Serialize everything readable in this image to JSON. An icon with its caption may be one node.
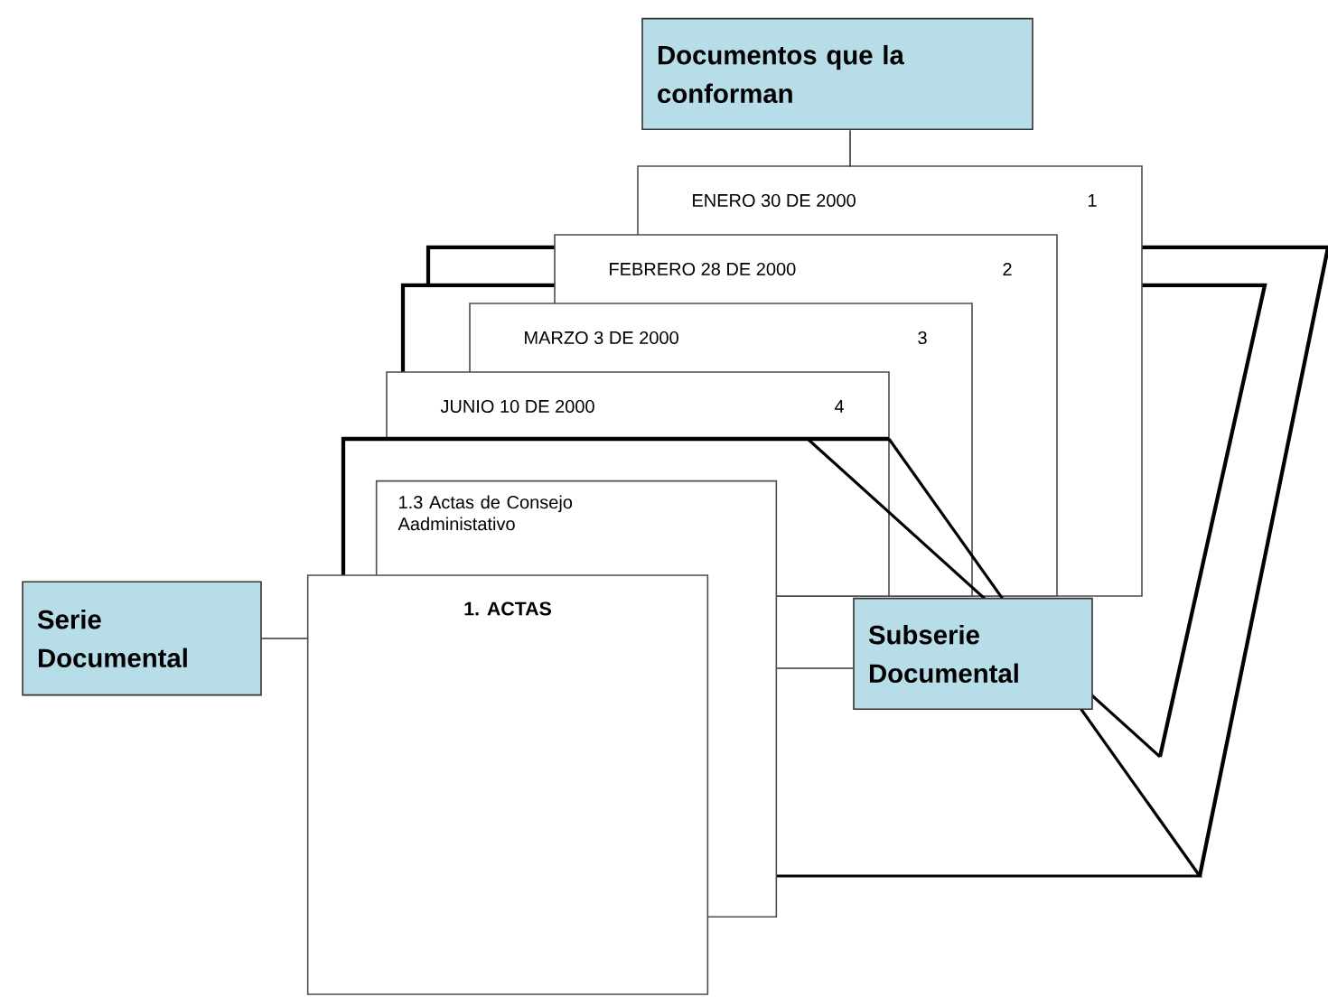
{
  "diagram": {
    "nodes": [
      {
        "text": [
          "Documentos que la conforman"
        ]
      },
      {
        "text": [
          "ENERO 30 DE 2000",
          "1"
        ]
      },
      {
        "text": [
          "FEBRERO 28 DE 2000",
          "2"
        ]
      },
      {
        "text": [
          "MARZO 3 DE 2000",
          "3"
        ]
      },
      {
        "text": [
          "JUNIO 10 DE 2000",
          "4"
        ]
      },
      {
        "text": [
          "1.3 Actas de Consejo Aadministativo"
        ]
      },
      {
        "text": [
          "Serie Documental"
        ]
      },
      {
        "text": [
          "1. ACTAS"
        ]
      },
      {
        "text": [
          "Subserie Documental"
        ]
      }
    ],
    "edges": [
      {
        "from": 0,
        "to": 1,
        "arrow": "none"
      },
      {
        "from": 6,
        "to": 7,
        "arrow": "none"
      },
      {
        "from": 8,
        "to": 5,
        "arrow": "none"
      }
    ]
  }
}
